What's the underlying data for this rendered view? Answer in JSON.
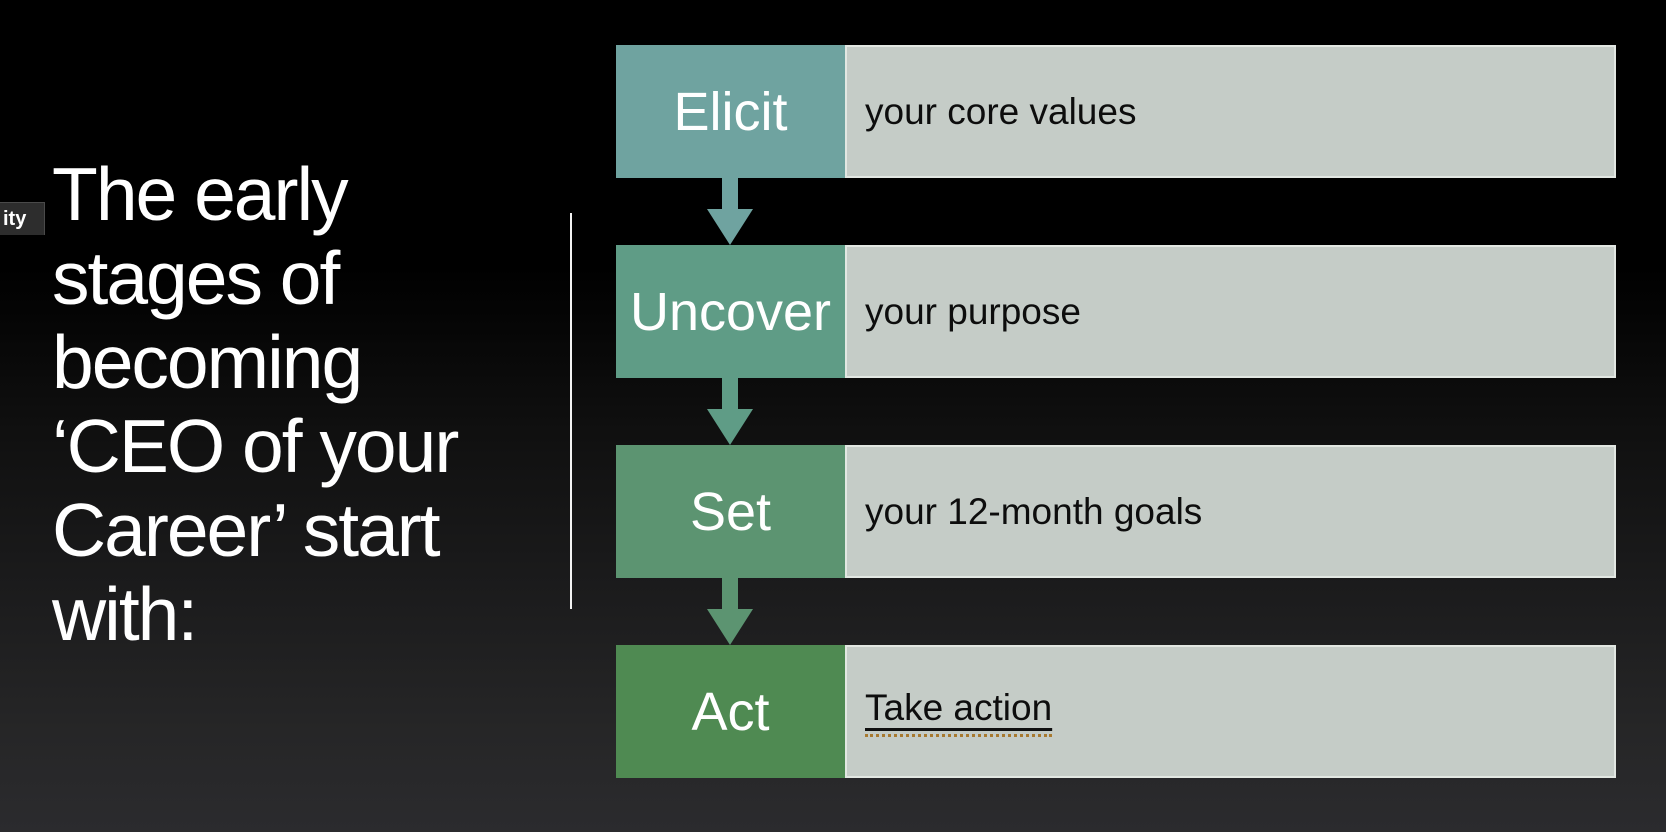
{
  "slide": {
    "edge_tag": {
      "label": "ity"
    },
    "title": {
      "text": "The early\nstages of\nbecoming\n‘CEO of your\nCareer’ start\nwith:"
    },
    "process": {
      "steps": [
        {
          "verb": "Elicit",
          "description": "your core values",
          "color": "#6FA3A0"
        },
        {
          "verb": "Uncover",
          "description": "your purpose",
          "color": "#5F9C86"
        },
        {
          "verb": "Set",
          "description": "your 12-month goals",
          "color": "#5C9471"
        },
        {
          "verb": "Act",
          "description": "Take action",
          "color": "#4F8A52"
        }
      ],
      "description_box": {
        "fill": "#C5CCC7",
        "border": "#E2E7E2",
        "text_color": "#0D0D0D"
      },
      "proofing_underline_color": "#A8792F"
    },
    "palette": {
      "background_top": "#000000",
      "background_bottom": "#2B2B2E",
      "title_text": "#FFFFFF"
    }
  }
}
